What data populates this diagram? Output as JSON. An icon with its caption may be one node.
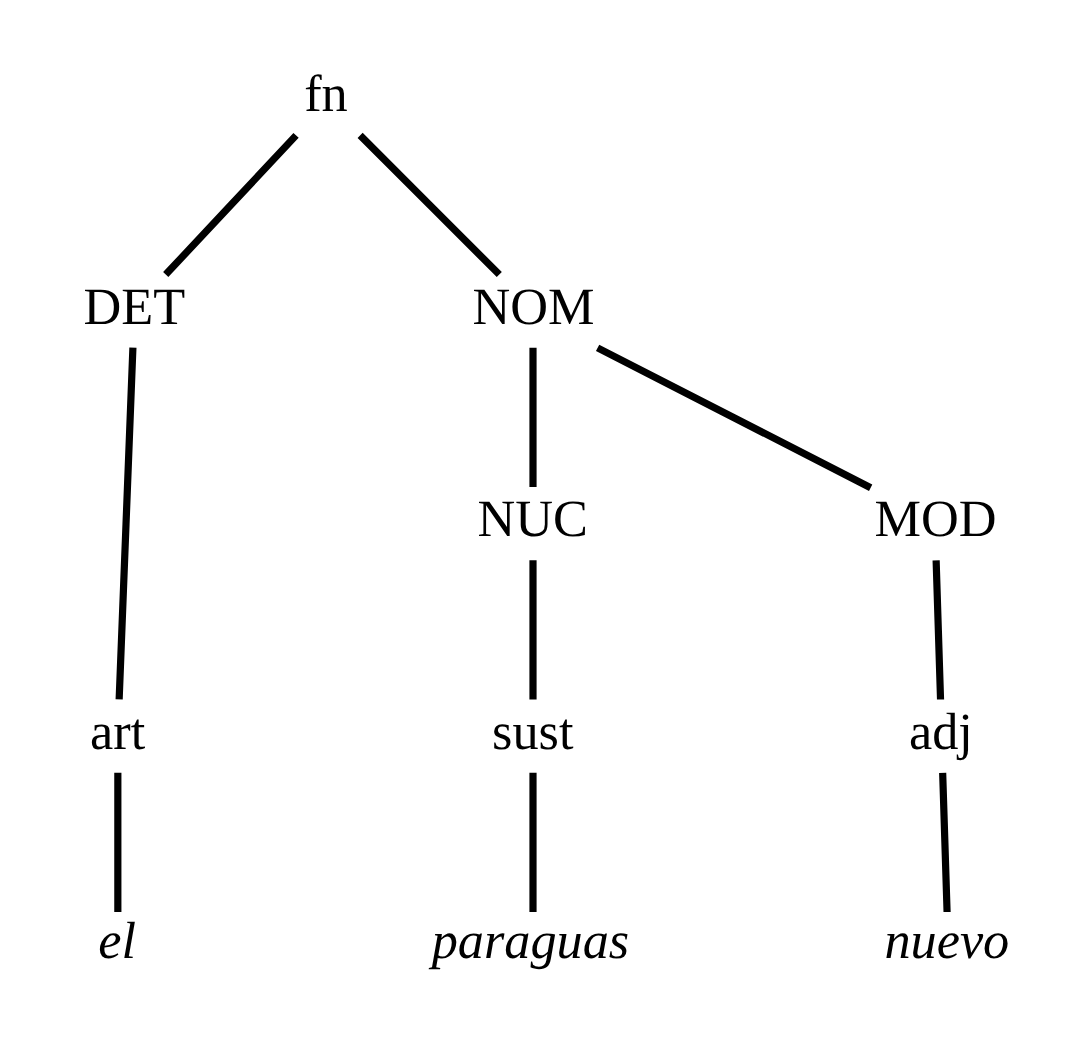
{
  "diagram": {
    "nodes": [
      {
        "text": [
          "fn"
        ]
      },
      {
        "text": [
          "DET"
        ]
      },
      {
        "text": [
          "NOM"
        ]
      },
      {
        "text": [
          "NUC"
        ]
      },
      {
        "text": [
          "MOD"
        ]
      },
      {
        "text": [
          "art"
        ]
      },
      {
        "text": [
          "sust"
        ]
      },
      {
        "text": [
          "adj"
        ]
      },
      {
        "text": [
          "el"
        ]
      },
      {
        "text": [
          "paraguas"
        ]
      },
      {
        "text": [
          "nuevo"
        ]
      }
    ],
    "edges": [
      {
        "from": 0,
        "to": 1,
        "arrow": "none"
      },
      {
        "from": 0,
        "to": 2,
        "arrow": "none"
      },
      {
        "from": 2,
        "to": 3,
        "arrow": "none"
      },
      {
        "from": 2,
        "to": 4,
        "arrow": "none"
      },
      {
        "from": 1,
        "to": 5,
        "arrow": "none"
      },
      {
        "from": 3,
        "to": 6,
        "arrow": "none"
      },
      {
        "from": 4,
        "to": 7,
        "arrow": "none"
      },
      {
        "from": 5,
        "to": 8,
        "arrow": "none"
      },
      {
        "from": 6,
        "to": 9,
        "arrow": "none"
      },
      {
        "from": 7,
        "to": 10,
        "arrow": "none"
      }
    ]
  }
}
